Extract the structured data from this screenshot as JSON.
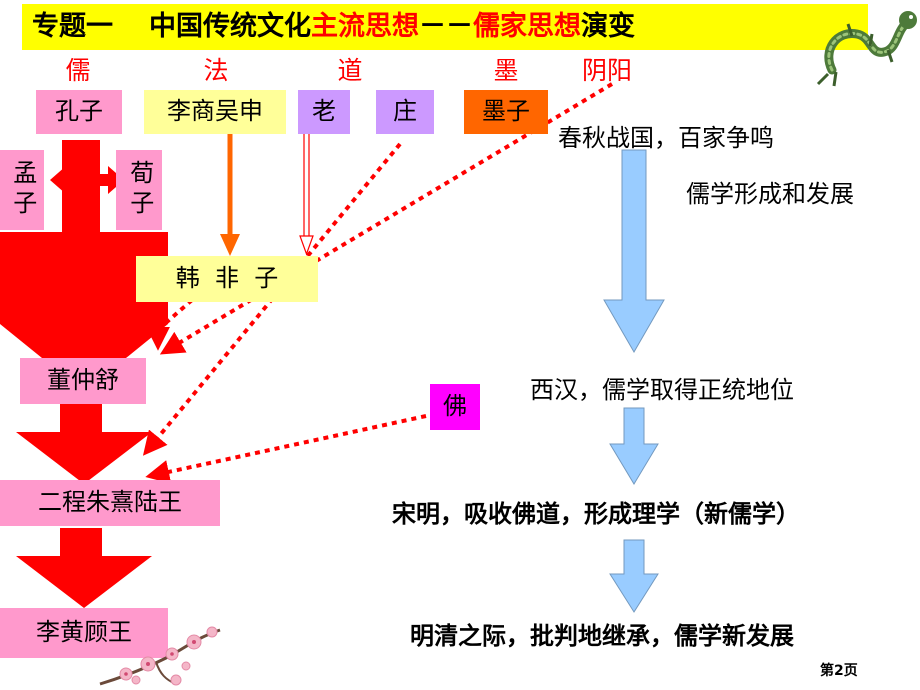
{
  "title": {
    "part1": "专题一",
    "part2": "中国传统文化",
    "part3": "主流思想",
    "part4": "－－",
    "part5": "儒家思想",
    "part6": "演变"
  },
  "schools": {
    "ru": "儒",
    "fa": "法",
    "dao": "道",
    "mo": "墨",
    "yinyang": "阴阳"
  },
  "thinkers": {
    "kongzi": "孔子",
    "legalists": "李商吴申",
    "laozi": "老",
    "zhuangzi": "庄",
    "mozi": "墨子",
    "mengzi": "孟子",
    "xunzi": "荀子",
    "hanfeizi": "韩  非  子",
    "dongzhongshu": "董仲舒",
    "neo_confucians": "二程朱熹陆王",
    "qing_scholars": "李黄顾王",
    "buddhism": "佛"
  },
  "timeline": {
    "spring_autumn": "春秋战国，百家争鸣",
    "formation": "儒学形成和发展",
    "western_han": "西汉，儒学取得正统地位",
    "song_ming": "宋明，吸收佛道，形成理学（新儒学）",
    "ming_qing": "明清之际，批判地继承，儒学新发展"
  },
  "page_number": "第2页",
  "colors": {
    "title_bg": "#ffff00",
    "highlight_red": "#ff0000",
    "pink_box": "#ff99cc",
    "yellow_box": "#ffff99",
    "lavender_box": "#cc99ff",
    "orange_box": "#ff6600",
    "magenta_box": "#ff00ff",
    "big_arrow": "#ff0000",
    "timeline_arrow": "#99ccff"
  }
}
